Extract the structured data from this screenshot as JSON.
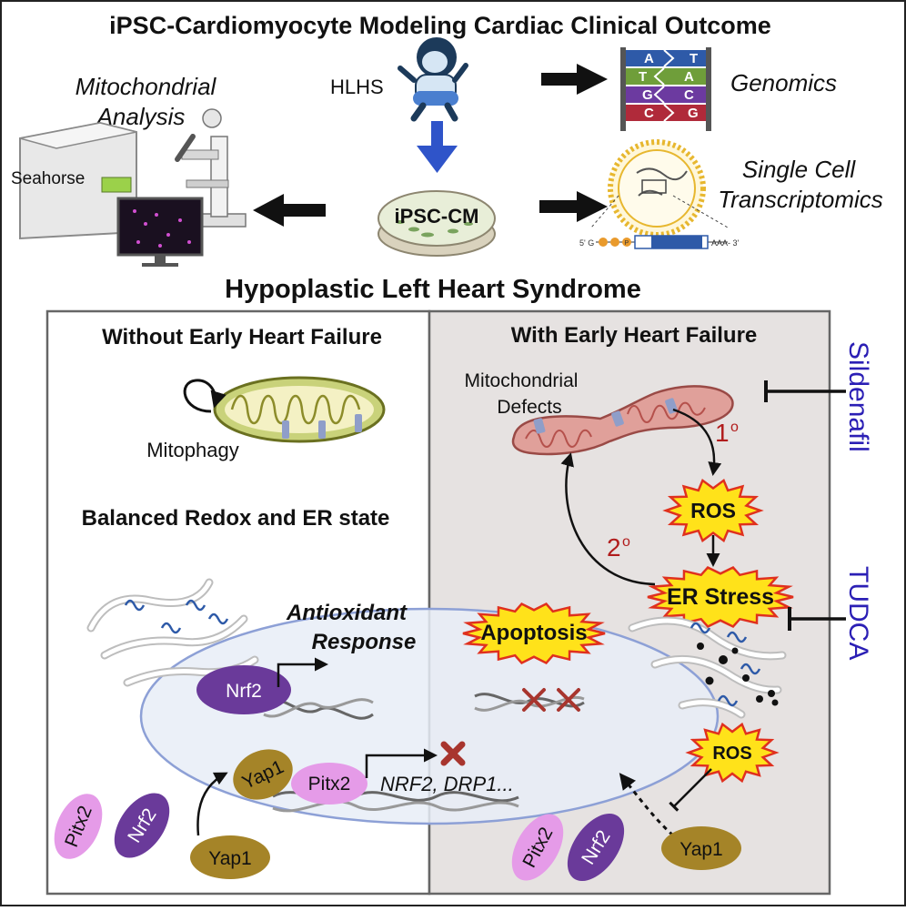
{
  "title": "iPSC-Cardiomyocyte Modeling Cardiac Clinical Outcome",
  "top": {
    "hlhs": "HLHS",
    "ipsc_cm": "iPSC-CM",
    "mito_analysis_line1": "Mitochondrial",
    "mito_analysis_line2": "Analysis",
    "seahorse": "Seahorse",
    "genomics": "Genomics",
    "dna_bases": [
      "A",
      "T",
      "T",
      "A",
      "G",
      "C",
      "C",
      "G"
    ],
    "sc_line1": "Single Cell",
    "sc_line2": "Transcriptomics",
    "mrna_5prime": "5' G",
    "mrna_cap": "P",
    "mrna_3prime": "AAA- 3'"
  },
  "section_title": "Hypoplastic Left Heart Syndrome",
  "left_panel": {
    "heading": "Without Early Heart Failure",
    "mitophagy": "Mitophagy",
    "balanced": "Balanced Redox and ER state",
    "antioxidant_line1": "Antioxidant",
    "antioxidant_line2": "Response",
    "nrf2": "Nrf2",
    "yap1": "Yap1",
    "pitx2": "Pitx2",
    "targets": "NRF2, DRP1..."
  },
  "right_panel": {
    "heading": "With Early Heart Failure",
    "defects_line1": "Mitochondrial",
    "defects_line2": "Defects",
    "primary": "1",
    "secondary": "2",
    "ros": "ROS",
    "er_stress": "ER Stress",
    "apoptosis": "Apoptosis",
    "pitx2": "Pitx2",
    "nrf2": "Nrf2",
    "yap1": "Yap1"
  },
  "drugs": {
    "sildenafil": "Sildenafil",
    "tudca": "TUDCA"
  },
  "colors": {
    "purple_protein": "#6a3a9a",
    "pink_protein": "#e59be8",
    "olive_protein": "#a58428",
    "drug_text": "#2b1fb5",
    "burst_yellow": "#ffe21a",
    "burst_red": "#e0301e",
    "blue_arrow": "#2f54c9",
    "red_x": "#a8352e"
  }
}
